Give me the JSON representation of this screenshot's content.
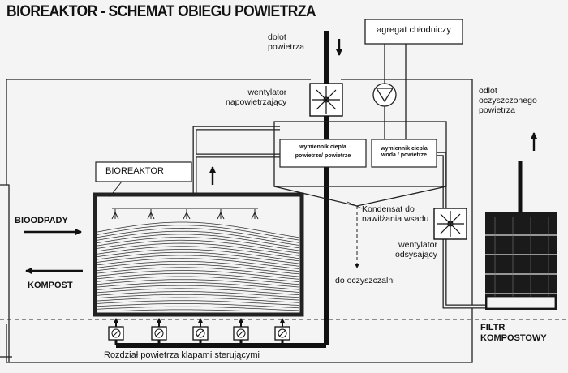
{
  "diagram": {
    "title": "BIOREAKTOR - SCHEMAT OBIEGU POWIETRZA",
    "labels": {
      "inlet": [
        "dolot",
        "powietrza"
      ],
      "chiller": "agregat chłodniczy",
      "supply_fan": [
        "wentylator",
        "napowietrzający"
      ],
      "exhaust_outlet": [
        "odlot",
        "oczyszczonego",
        "powietrza"
      ],
      "heat_exchanger_air": [
        "wymiennik ciepła",
        "powietrze/ powietrze"
      ],
      "heat_exchanger_water": [
        "wymiennik ciepła",
        "woda / powietrze"
      ],
      "bioreactor": "BIOREAKTOR",
      "condensate": [
        "Kondensat do",
        "nawilżania wsadu"
      ],
      "exhaust_fan": [
        "wentylator",
        "odsysający"
      ],
      "biowaste": "BIOODPADY",
      "compost": "KOMPOST",
      "to_treatment": "do oczyszczalni",
      "compost_filter": [
        "FILTR",
        "KOMPOSTOWY"
      ],
      "air_distribution": "Rozdział powietrza klapami sterującymi"
    },
    "icons": {
      "fan": "fan-icon",
      "pump": "pump-icon",
      "damper": "damper-icon",
      "arrow": "arrow-icon",
      "spray_nozzle": "spray-nozzle-icon"
    }
  }
}
